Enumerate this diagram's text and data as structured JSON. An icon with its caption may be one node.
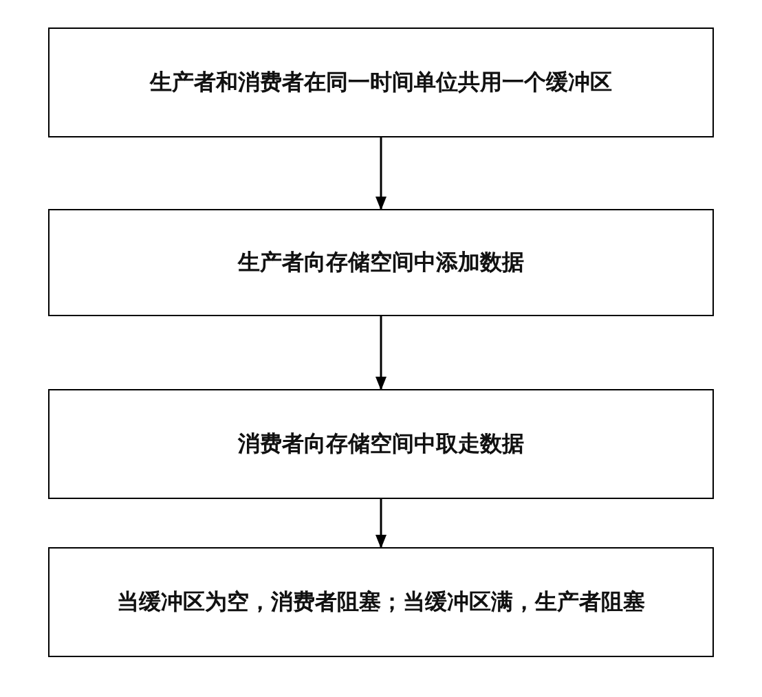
{
  "diagram": {
    "nodes": [
      {
        "text": [
          "生产者和消费者在同一时间单位共用一个缓冲区"
        ]
      },
      {
        "text": [
          "生产者向存储空间中添加数据"
        ]
      },
      {
        "text": [
          "消费者向存储空间中取走数据"
        ]
      },
      {
        "text": [
          "当缓冲区为空，消费者阻塞；当缓冲区满，生产者阻塞"
        ]
      }
    ],
    "edges": [
      {
        "from": 0,
        "to": 1,
        "arrow": "to"
      },
      {
        "from": 1,
        "to": 2,
        "arrow": "to"
      },
      {
        "from": 2,
        "to": 3,
        "arrow": "to"
      }
    ]
  }
}
